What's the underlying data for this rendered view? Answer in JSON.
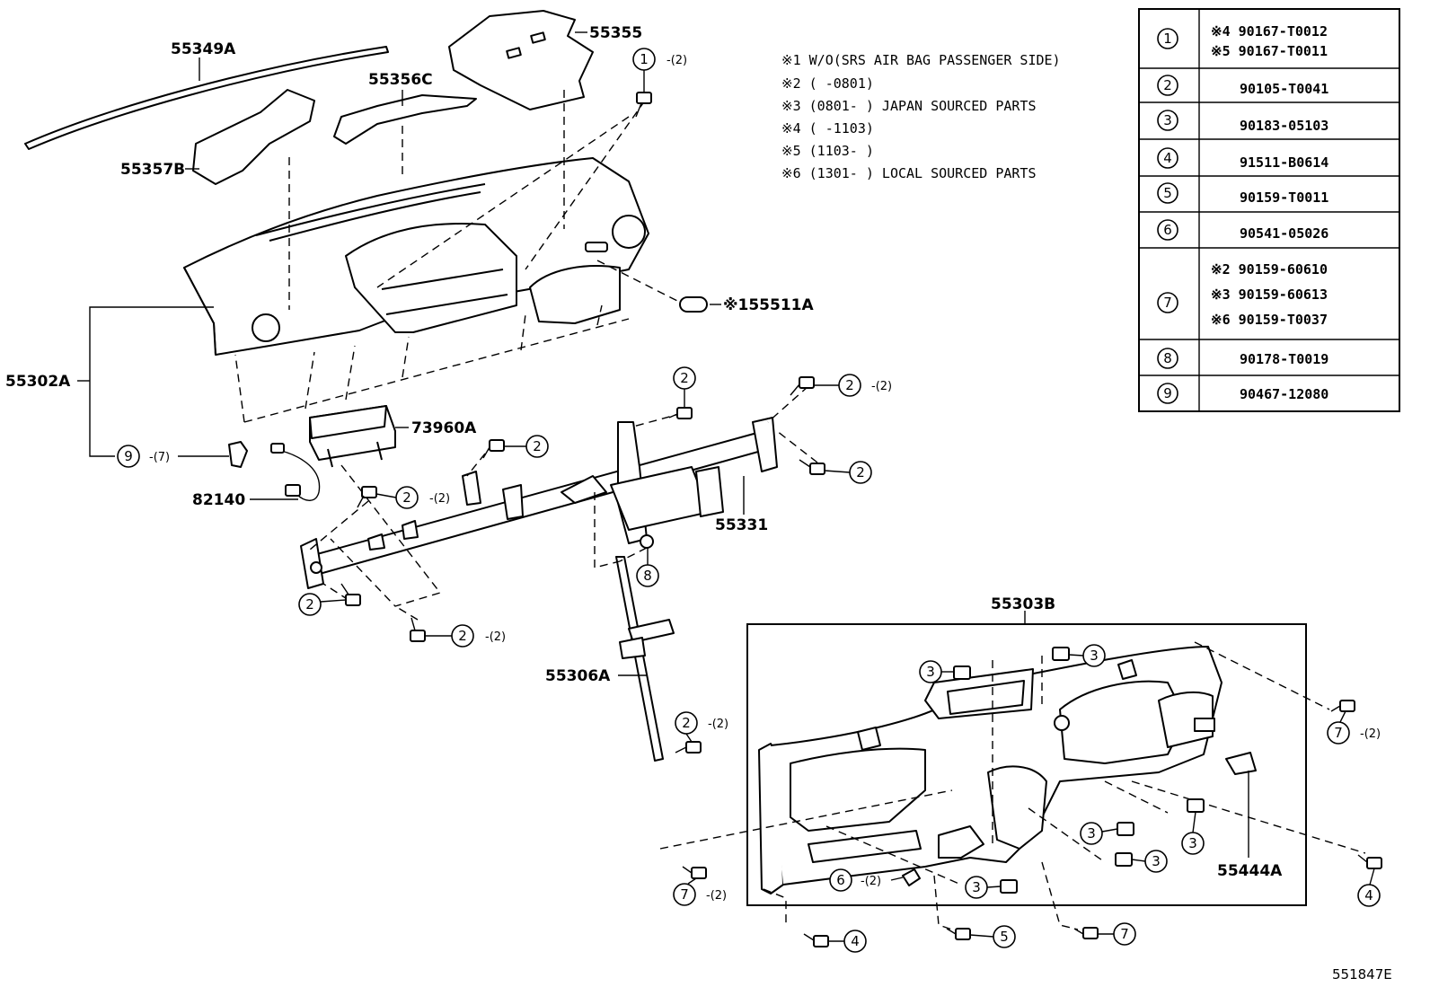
{
  "diagram_id": "551847E",
  "part_numbers": {
    "p55349A": "55349A",
    "p55355": "55355",
    "p55356C": "55356C",
    "p55357B": "55357B",
    "p55302A": "55302A",
    "p155511A": "※155511A",
    "p73960A": "73960A",
    "p82140": "82140",
    "p55331": "55331",
    "p55306A": "55306A",
    "p55303B": "55303B",
    "p55444A": "55444A"
  },
  "notes": [
    "※1 W/O(SRS AIR BAG PASSENGER SIDE)",
    "※2 (      -0801)",
    "※3 (0801-    ) JAPAN SOURCED PARTS",
    "※4 (   -1103)",
    "※5 (1103-   )",
    "※6 (1301-    ) LOCAL SOURCED PARTS"
  ],
  "callout_numbers": [
    "1",
    "2",
    "3",
    "4",
    "5",
    "6",
    "7",
    "8",
    "9"
  ],
  "quantities": {
    "q2": "-(2)",
    "q7": "-(7)"
  },
  "fastener_table": [
    {
      "ref": "1",
      "parts": [
        "※4 90167-T0012",
        "※5 90167-T0011"
      ]
    },
    {
      "ref": "2",
      "parts": [
        "90105-T0041"
      ]
    },
    {
      "ref": "3",
      "parts": [
        "90183-05103"
      ]
    },
    {
      "ref": "4",
      "parts": [
        "91511-B0614"
      ]
    },
    {
      "ref": "5",
      "parts": [
        "90159-T0011"
      ]
    },
    {
      "ref": "6",
      "parts": [
        "90541-05026"
      ]
    },
    {
      "ref": "7",
      "parts": [
        "※2 90159-60610",
        "※3 90159-60613",
        "※6 90159-T0037"
      ]
    },
    {
      "ref": "8",
      "parts": [
        "90178-T0019"
      ]
    },
    {
      "ref": "9",
      "parts": [
        "90467-12080"
      ]
    }
  ]
}
